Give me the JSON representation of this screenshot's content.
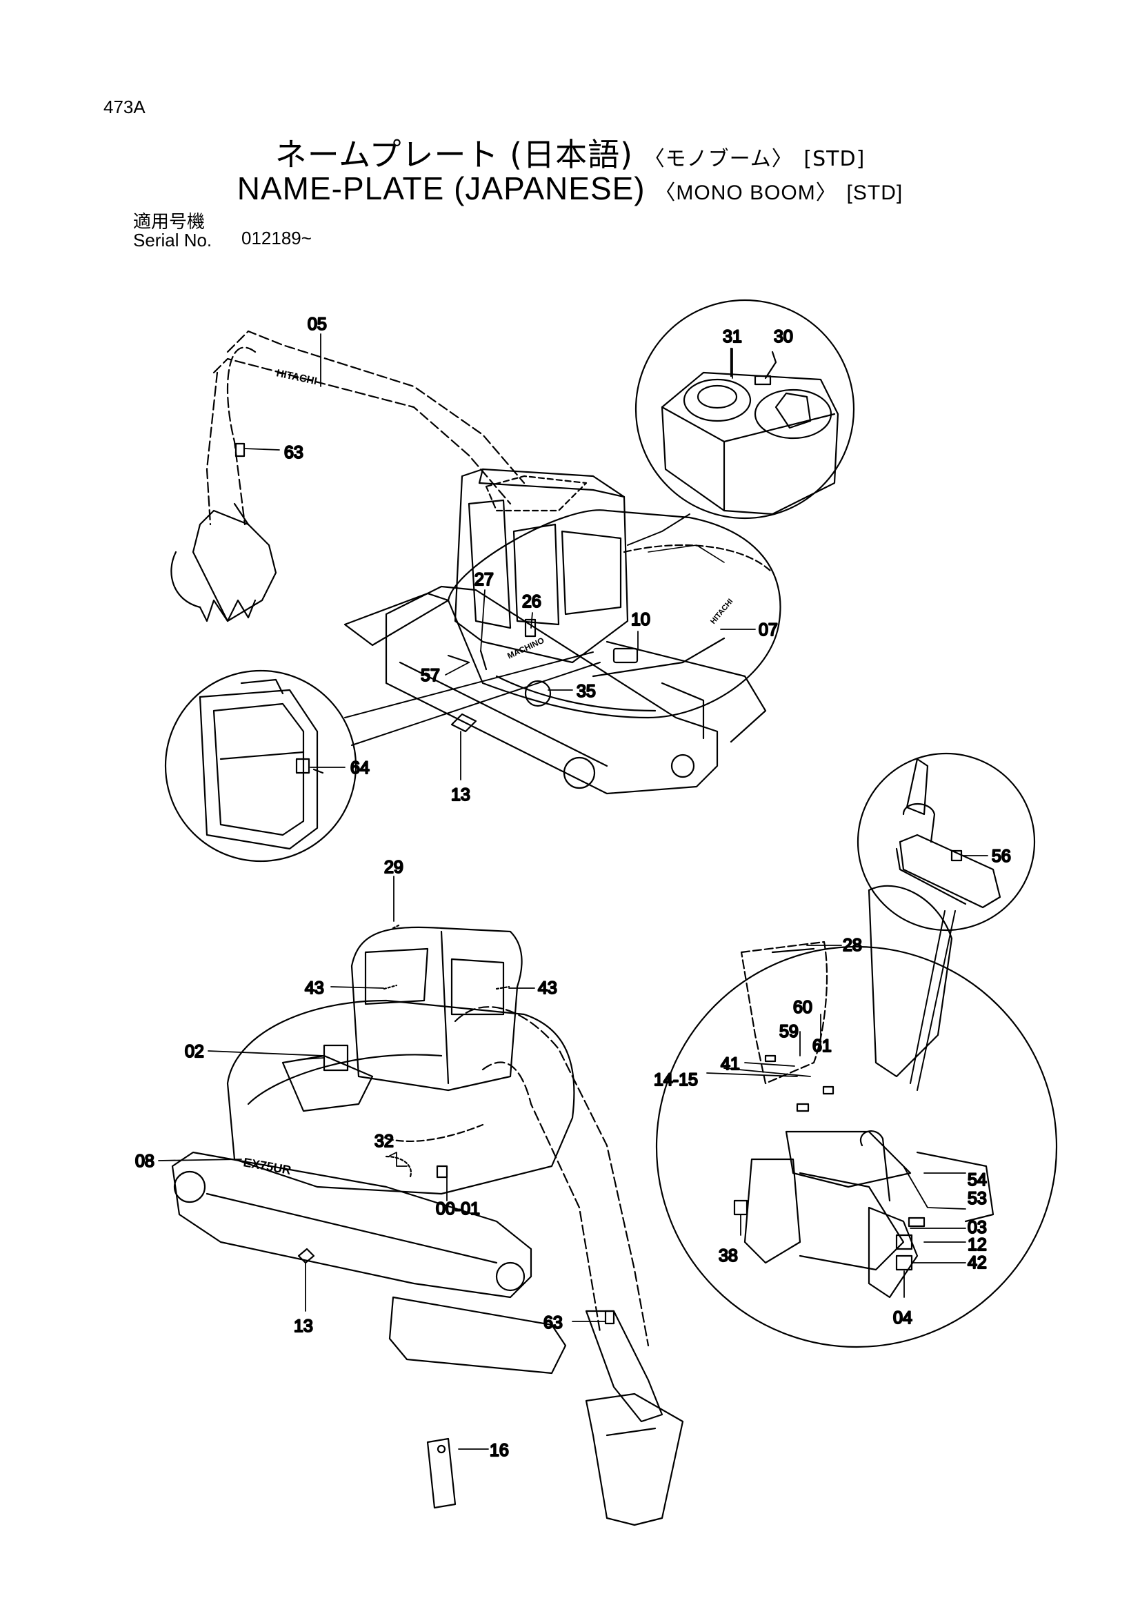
{
  "header": {
    "page_code": "473A",
    "title_ja_main": "ネームプレート (日本語)",
    "title_ja_variant": "〈モノブーム〉",
    "title_ja_spec": "[STD]",
    "title_en_main": "NAME-PLATE (JAPANESE)",
    "title_en_variant": "〈MONO BOOM〉",
    "title_en_spec": "[STD]",
    "serial_label_ja": "適用号機",
    "serial_label_en": "Serial No.",
    "serial_value": "012189~"
  },
  "branding": {
    "boom_logo": "HITACHI",
    "cab_logo": "MACHINO",
    "counterweight_logo": "HITACHI",
    "model_logo": "EX75UR"
  },
  "callouts": {
    "c05": "05",
    "c63a": "63",
    "c31": "31",
    "c30": "30",
    "c27": "27",
    "c26": "26",
    "c10": "10",
    "c07": "07",
    "c57": "57",
    "c35": "35",
    "c64": "64",
    "c13a": "13",
    "c29": "29",
    "c56": "56",
    "c28": "28",
    "c43a": "43",
    "c43b": "43",
    "c60": "60",
    "c59": "59",
    "c61": "61",
    "c02": "02",
    "c41": "41",
    "c1415": "14-15",
    "c08": "08",
    "c32": "32",
    "c54": "54",
    "c53": "53",
    "c0001": "00-01",
    "c03": "03",
    "c12": "12",
    "c42": "42",
    "c38": "38",
    "c04": "04",
    "c13b": "13",
    "c63b": "63",
    "c16": "16"
  }
}
